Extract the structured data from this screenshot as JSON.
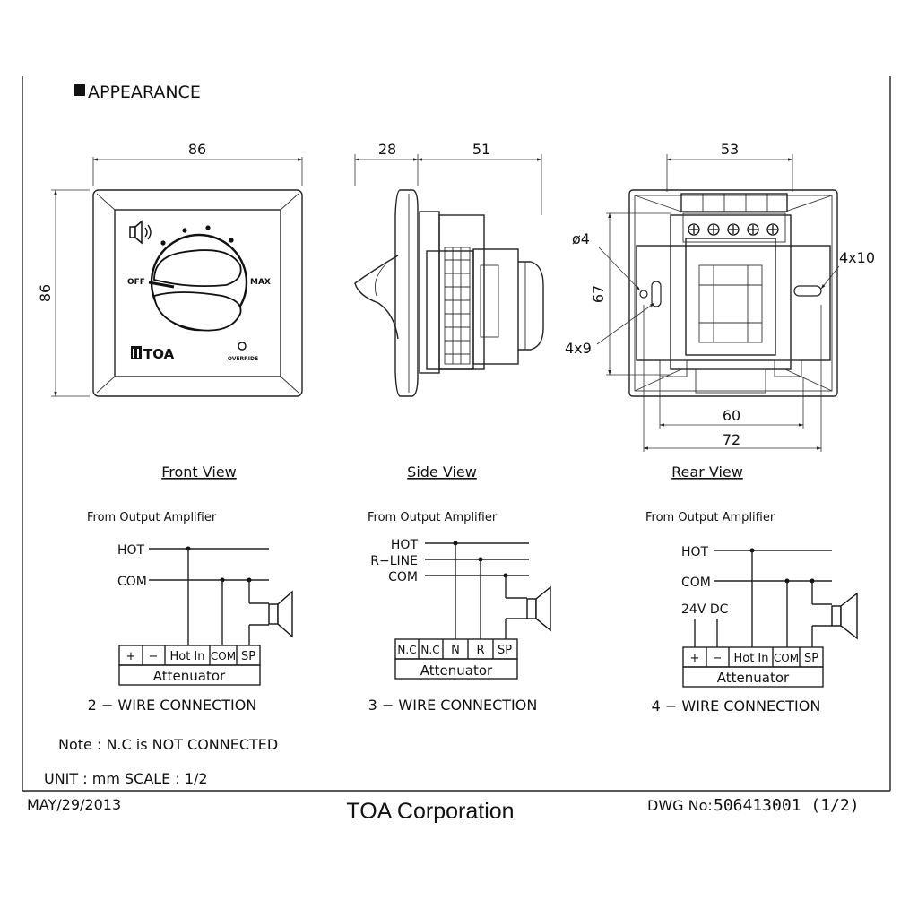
{
  "header": {
    "section_title": "APPEARANCE"
  },
  "front_view": {
    "caption": "Front View",
    "dim_width": "86",
    "dim_height": "86",
    "label_off": "OFF",
    "label_max": "MAX",
    "logo": "TOA",
    "label_override": "OVERRIDE"
  },
  "side_view": {
    "caption": "Side View",
    "dim_depth_front": "28",
    "dim_depth_rear": "51"
  },
  "rear_view": {
    "caption": "Rear View",
    "dim_top": "53",
    "dim_hole_diameter": "ø4",
    "dim_slot_right": "4x10",
    "dim_height": "67",
    "dim_slot_left": "4x9",
    "dim_inner_width": "60",
    "dim_outer_width": "72"
  },
  "wiring": {
    "source_label": "From Output Amplifier",
    "two_wire": {
      "hot": "HOT",
      "com": "COM",
      "terminals": [
        "+",
        "−",
        "Hot In",
        "COM",
        "SP"
      ],
      "box_label": "Attenuator",
      "caption": "2 − WIRE CONNECTION"
    },
    "three_wire": {
      "hot": "HOT",
      "rline": "R−LINE",
      "com": "COM",
      "terminals": [
        "N.C",
        "N.C",
        "N",
        "R",
        "SP"
      ],
      "box_label": "Attenuator",
      "caption": "3 − WIRE CONNECTION"
    },
    "four_wire": {
      "hot": "HOT",
      "com": "COM",
      "dc": "24V DC",
      "terminals": [
        "+",
        "−",
        "Hot In",
        "COM",
        "SP"
      ],
      "box_label": "Attenuator",
      "caption": "4 − WIRE CONNECTION"
    }
  },
  "notes": {
    "note": "Note : N.C is NOT CONNECTED",
    "unit_scale": "UNIT : mm  SCALE : 1/2"
  },
  "footer": {
    "date": "MAY/29/2013",
    "company": "TOA Corporation",
    "dwg_label": "DWG No:",
    "dwg_number": "506413001  (1/2)"
  }
}
